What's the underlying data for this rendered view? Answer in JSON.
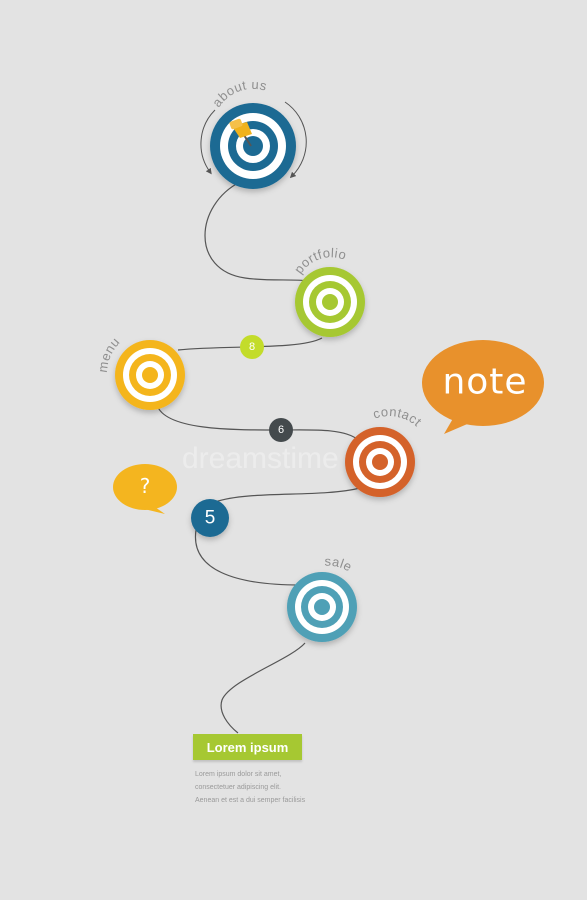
{
  "nodes": [
    {
      "id": "about-us",
      "label": "about us",
      "color": "#1e6a93"
    },
    {
      "id": "portfolio",
      "label": "portfolio",
      "color": "#a6c832"
    },
    {
      "id": "menu",
      "label": "menu",
      "color": "#f4b51f"
    },
    {
      "id": "contact",
      "label": "contact",
      "color": "#d4622c"
    },
    {
      "id": "sale",
      "label": "sale",
      "color": "#4fa0b6"
    }
  ],
  "badges": [
    {
      "id": "8",
      "text": "8",
      "color": "#c3dc2a"
    },
    {
      "id": "6",
      "text": "6",
      "color": "#444a4d"
    },
    {
      "id": "5",
      "text": "5",
      "color": "#1e6a93"
    }
  ],
  "bubbles": {
    "note": {
      "text": "note",
      "color": "#e8912c"
    },
    "question": {
      "text": "?",
      "color": "#f4b51f"
    }
  },
  "watermark": "dreamstime",
  "footer": {
    "title": "Lorem ipsum",
    "lines": [
      "Lorem ipsum dolor sit amet,",
      "consectetuer adipiscing elit.",
      "Aenean et est a dui semper facilisis"
    ]
  }
}
